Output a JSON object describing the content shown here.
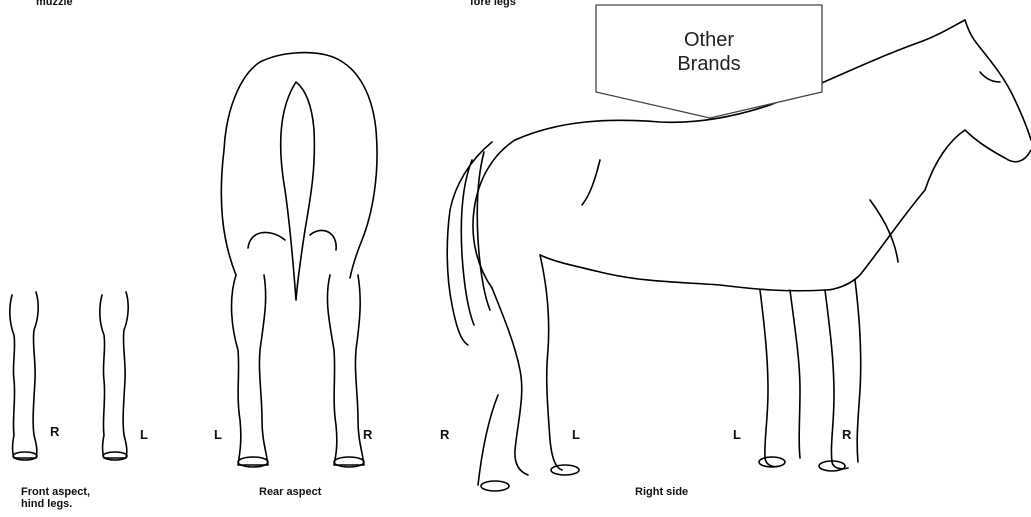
{
  "captions": {
    "top_left": "muzzle",
    "top_middle": "fore legs",
    "front_aspect": "Front aspect,",
    "front_aspect_2": "hind legs.",
    "rear_aspect": "Rear aspect",
    "right_side": "Right side"
  },
  "callout": {
    "line1": "Other",
    "line2": "Brands"
  },
  "leg_markers": {
    "front_right": "R",
    "front_left": "L",
    "rear_left": "L",
    "rear_right": "R",
    "side_r1": "R",
    "side_l1": "L",
    "side_l2": "L",
    "side_r2": "R"
  }
}
